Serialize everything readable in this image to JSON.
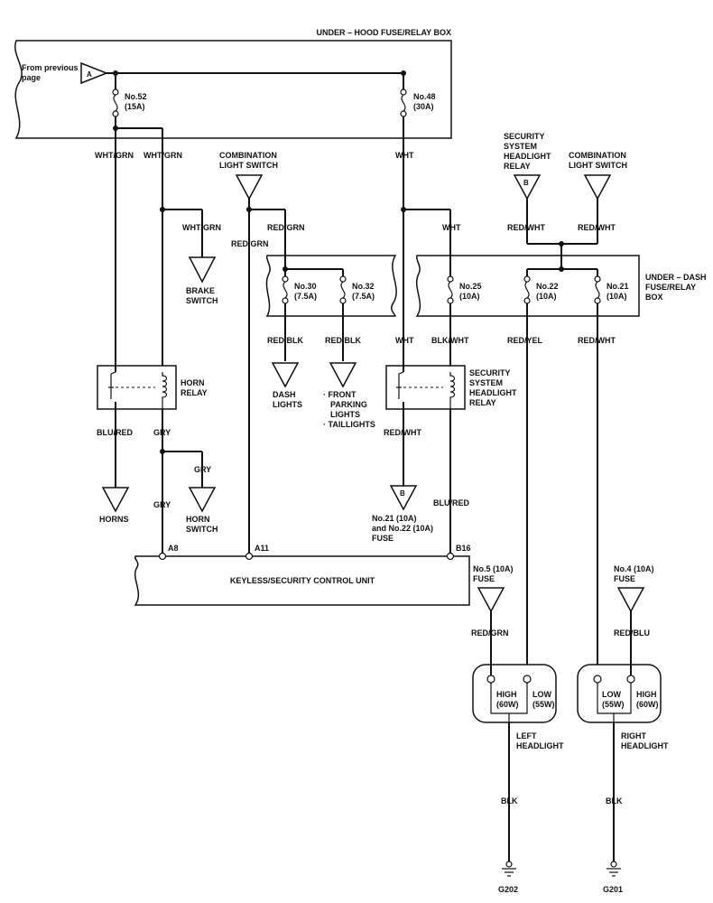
{
  "boxes": {
    "underhood": "UNDER – HOOD FUSE/RELAY BOX",
    "underdash": [
      "UNDER – DASH",
      "FUSE/RELAY",
      "BOX"
    ],
    "control_unit": "KEYLESS/SECURITY CONTROL UNIT"
  },
  "from_prev": [
    "From previous",
    "page"
  ],
  "conn_a": "A",
  "conn_b": "B",
  "fuses": {
    "f52": [
      "No.52",
      "(15A)"
    ],
    "f48": [
      "No.48",
      "(30A)"
    ],
    "f30": [
      "No.30",
      "(7.5A)"
    ],
    "f32": [
      "No.32",
      "(7.5A)"
    ],
    "f25": [
      "No.25",
      "(10A)"
    ],
    "f22": [
      "No.22",
      "(10A)"
    ],
    "f21": [
      "No.21",
      "(10A)"
    ]
  },
  "wires": {
    "wht_grn": "WHT/GRN",
    "wht": "WHT",
    "red_grn": "RED/GRN",
    "red_blk": "RED/BLK",
    "blk_wht": "BLK/WHT",
    "red_yel": "RED/YEL",
    "red_wht": "RED/WHT",
    "blu_red": "BLU/RED",
    "gry": "GRY",
    "red_blu": "RED/BLU",
    "blk": "BLK"
  },
  "components": {
    "combo_switch": [
      "COMBINATION",
      "LIGHT SWITCH"
    ],
    "security_relay_top": [
      "SECURITY",
      "SYSTEM",
      "HEADLIGHT",
      "RELAY"
    ],
    "brake_switch": [
      "BRAKE",
      "SWITCH"
    ],
    "horn_relay": [
      "HORN",
      "RELAY"
    ],
    "dash_lights": [
      "DASH",
      "LIGHTS"
    ],
    "front_parking": [
      "· FRONT",
      "PARKING",
      "LIGHTS",
      "· TAILLIGHTS"
    ],
    "security_relay_mid": [
      "SECURITY",
      "SYSTEM",
      "HEADLIGHT",
      "RELAY"
    ],
    "horns": "HORNS",
    "horn_switch": [
      "HORN",
      "SWITCH"
    ],
    "fuse_note_b": [
      "No.21 (10A)",
      "and No.22 (10A)",
      "FUSE"
    ],
    "no5_fuse": [
      "No.5 (10A)",
      "FUSE"
    ],
    "no4_fuse": [
      "No.4 (10A)",
      "FUSE"
    ],
    "left_headlight": [
      "LEFT",
      "HEADLIGHT"
    ],
    "right_headlight": [
      "RIGHT",
      "HEADLIGHT"
    ],
    "high_60w": [
      "HIGH",
      "(60W)"
    ],
    "low_55w": [
      "LOW",
      "(55W)"
    ]
  },
  "pins": {
    "a8": "A8",
    "a11": "A11",
    "b16": "B16"
  },
  "grounds": {
    "g202": "G202",
    "g201": "G201"
  }
}
